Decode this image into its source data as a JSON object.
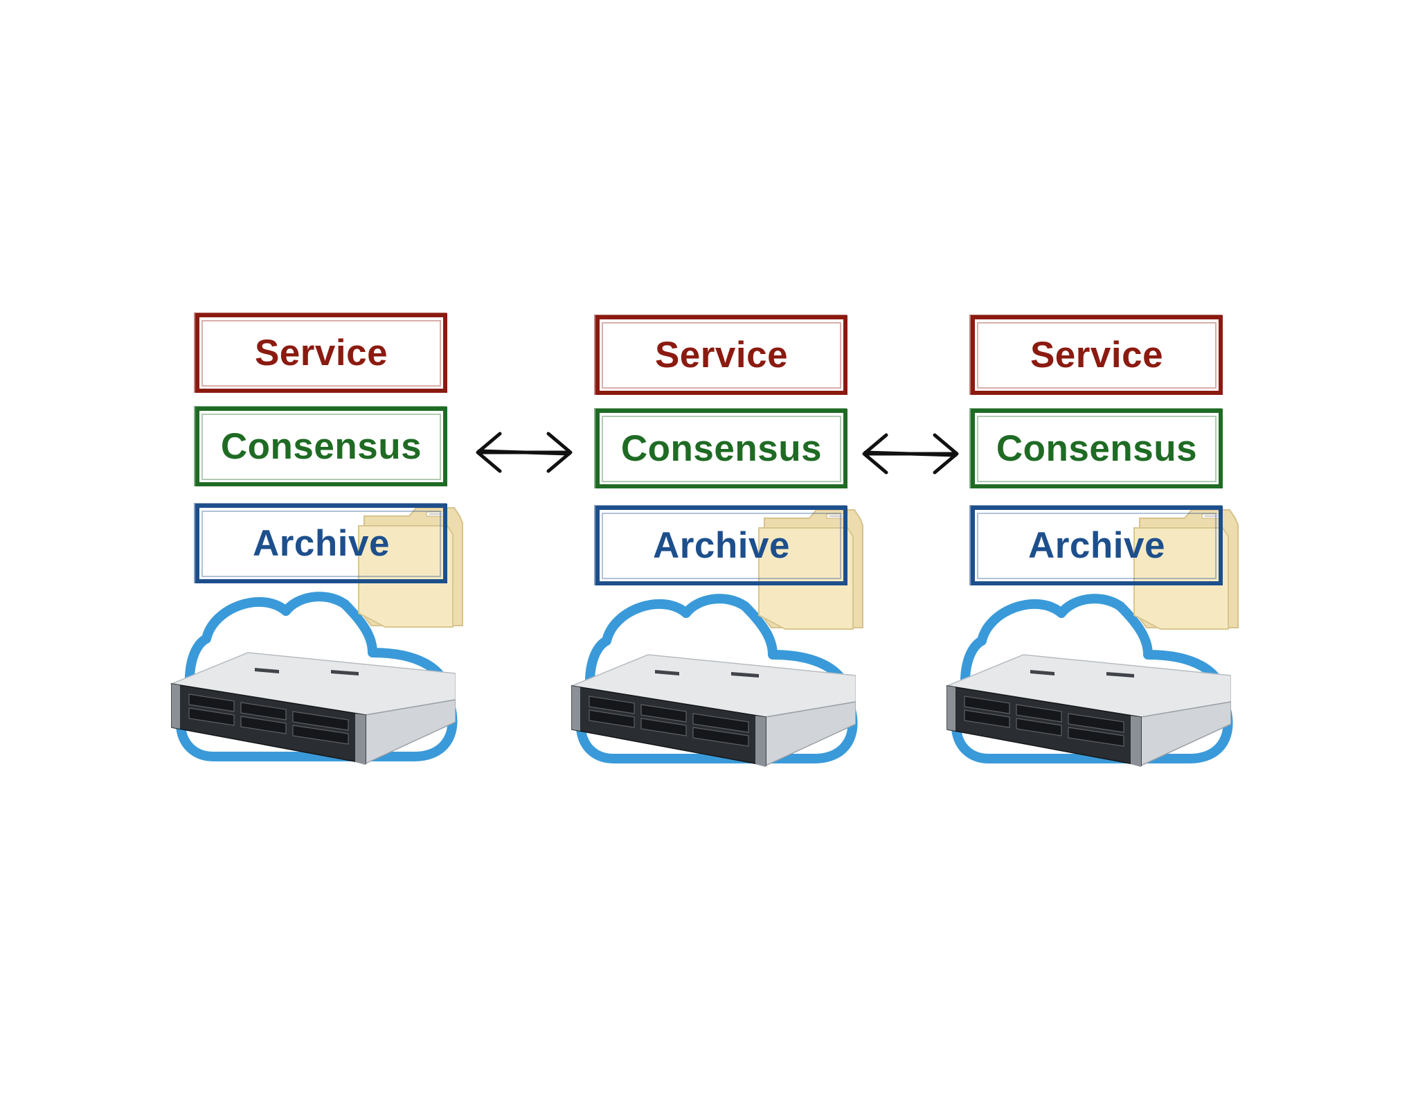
{
  "nodes": [
    {
      "layers": {
        "service": "Service",
        "consensus": "Consensus",
        "archive": "Archive"
      }
    },
    {
      "layers": {
        "service": "Service",
        "consensus": "Consensus",
        "archive": "Archive"
      }
    },
    {
      "layers": {
        "service": "Service",
        "consensus": "Consensus",
        "archive": "Archive"
      }
    }
  ],
  "icons": {
    "folder": "folder-icon",
    "cloud": "cloud-icon",
    "server": "rack-server-icon",
    "link": "double-arrow-icon"
  },
  "colors": {
    "service": "#8b1a10",
    "consensus": "#1f6b24",
    "archive": "#1d4f8c",
    "cloud": "#3a9ad9",
    "folder": "#f2e4b5",
    "arrow": "#111111"
  }
}
